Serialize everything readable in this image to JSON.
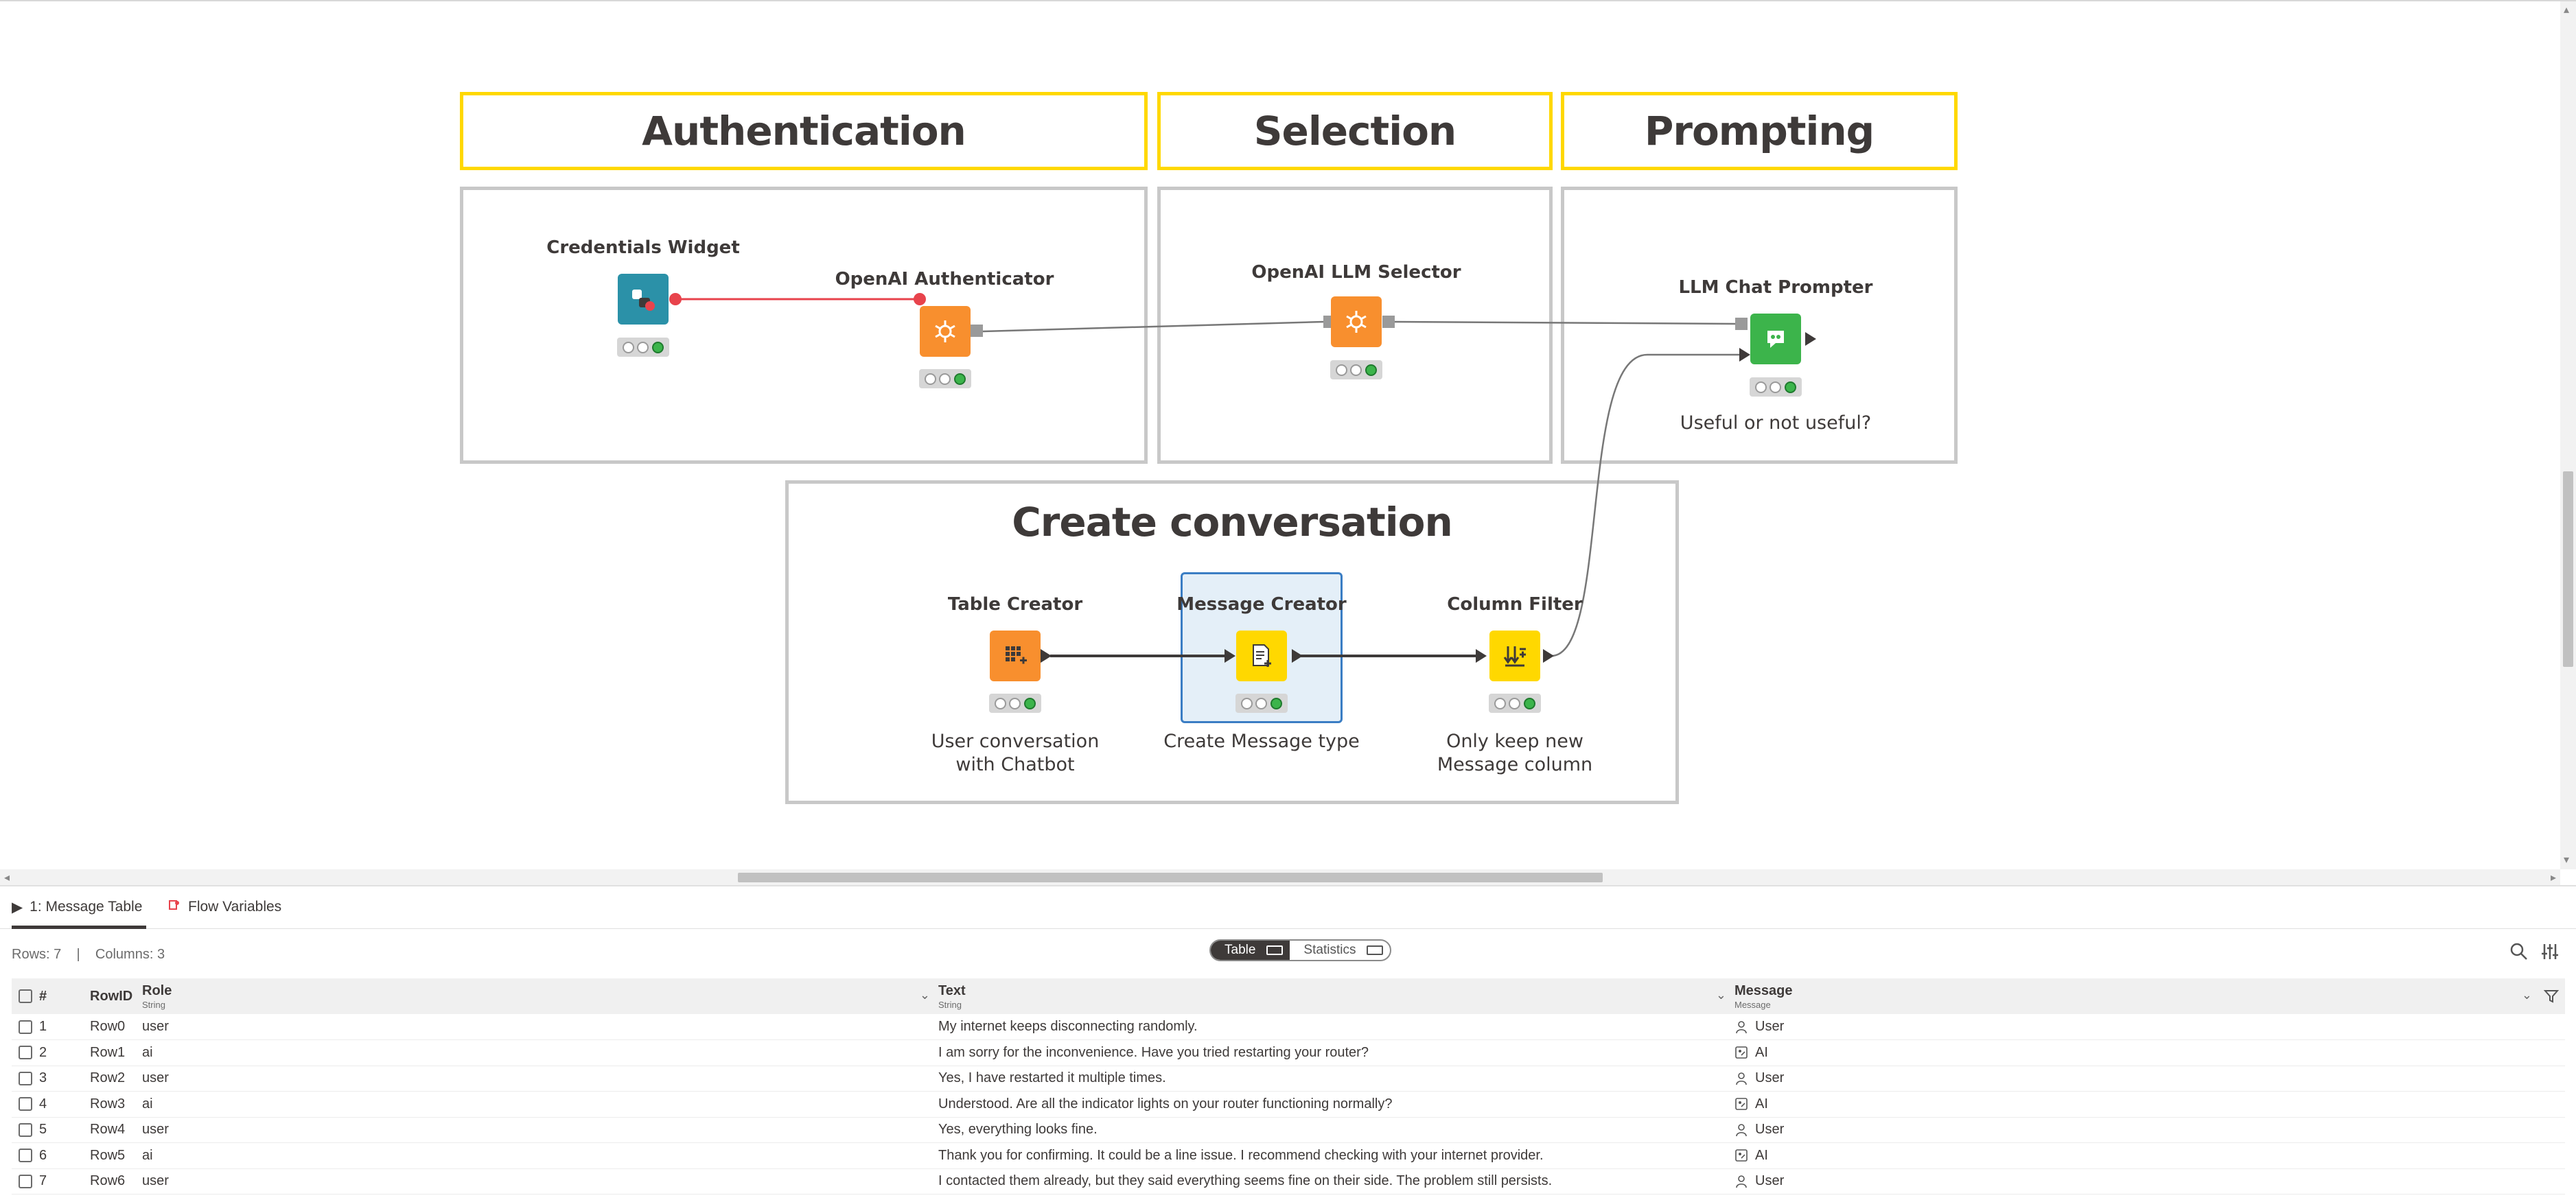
{
  "canvas": {
    "annotations": {
      "authentication": "Authentication",
      "selection": "Selection",
      "prompting": "Prompting",
      "create_conversation": "Create conversation"
    },
    "nodes": {
      "credentials_widget": {
        "title": "Credentials Widget",
        "color": "#2b91a8"
      },
      "openai_authenticator": {
        "title": "OpenAI Authenticator",
        "color": "#f88f2e"
      },
      "openai_llm_selector": {
        "title": "OpenAI LLM Selector",
        "color": "#f88f2e"
      },
      "llm_chat_prompter": {
        "title": "LLM Chat Prompter",
        "comment": "Useful or not useful?",
        "color": "#3cb44b"
      },
      "table_creator": {
        "title": "Table Creator",
        "comment_line1": "User conversation",
        "comment_line2": "with Chatbot",
        "color": "#f88f2e"
      },
      "message_creator": {
        "title": "Message Creator",
        "comment": "Create Message type",
        "color": "#ffd800"
      },
      "column_filter": {
        "title": "Column Filter",
        "comment_line1": "Only keep new",
        "comment_line2": "Message column",
        "color": "#ffd800"
      }
    }
  },
  "panel": {
    "tabs": [
      {
        "label": "1: Message Table",
        "active": true
      },
      {
        "label": "Flow Variables",
        "active": false
      }
    ],
    "rows_label": "Rows: 7",
    "separator": "|",
    "columns_label": "Columns: 3",
    "view_toggle": {
      "table": "Table",
      "statistics": "Statistics"
    },
    "table": {
      "headers": {
        "index": "#",
        "rowid": "RowID",
        "role": "Role",
        "role_type": "String",
        "text": "Text",
        "text_type": "String",
        "message": "Message",
        "message_type": "Message"
      },
      "rows": [
        {
          "n": "1",
          "id": "Row0",
          "role": "user",
          "text": "My internet keeps disconnecting randomly.",
          "message": "User",
          "kind": "user"
        },
        {
          "n": "2",
          "id": "Row1",
          "role": "ai",
          "text": "I am sorry for the inconvenience. Have you tried restarting your router?",
          "message": "AI",
          "kind": "ai"
        },
        {
          "n": "3",
          "id": "Row2",
          "role": "user",
          "text": "Yes, I have restarted it multiple times.",
          "message": "User",
          "kind": "user"
        },
        {
          "n": "4",
          "id": "Row3",
          "role": "ai",
          "text": "Understood. Are all the indicator lights on your router functioning normally?",
          "message": "AI",
          "kind": "ai"
        },
        {
          "n": "5",
          "id": "Row4",
          "role": "user",
          "text": "Yes, everything looks fine.",
          "message": "User",
          "kind": "user"
        },
        {
          "n": "6",
          "id": "Row5",
          "role": "ai",
          "text": "Thank you for confirming. It could be a line issue. I recommend checking with your internet provider.",
          "message": "AI",
          "kind": "ai"
        },
        {
          "n": "7",
          "id": "Row6",
          "role": "user",
          "text": "I contacted them already, but they said everything seems fine on their side. The problem still persists.",
          "message": "User",
          "kind": "user"
        }
      ]
    }
  }
}
